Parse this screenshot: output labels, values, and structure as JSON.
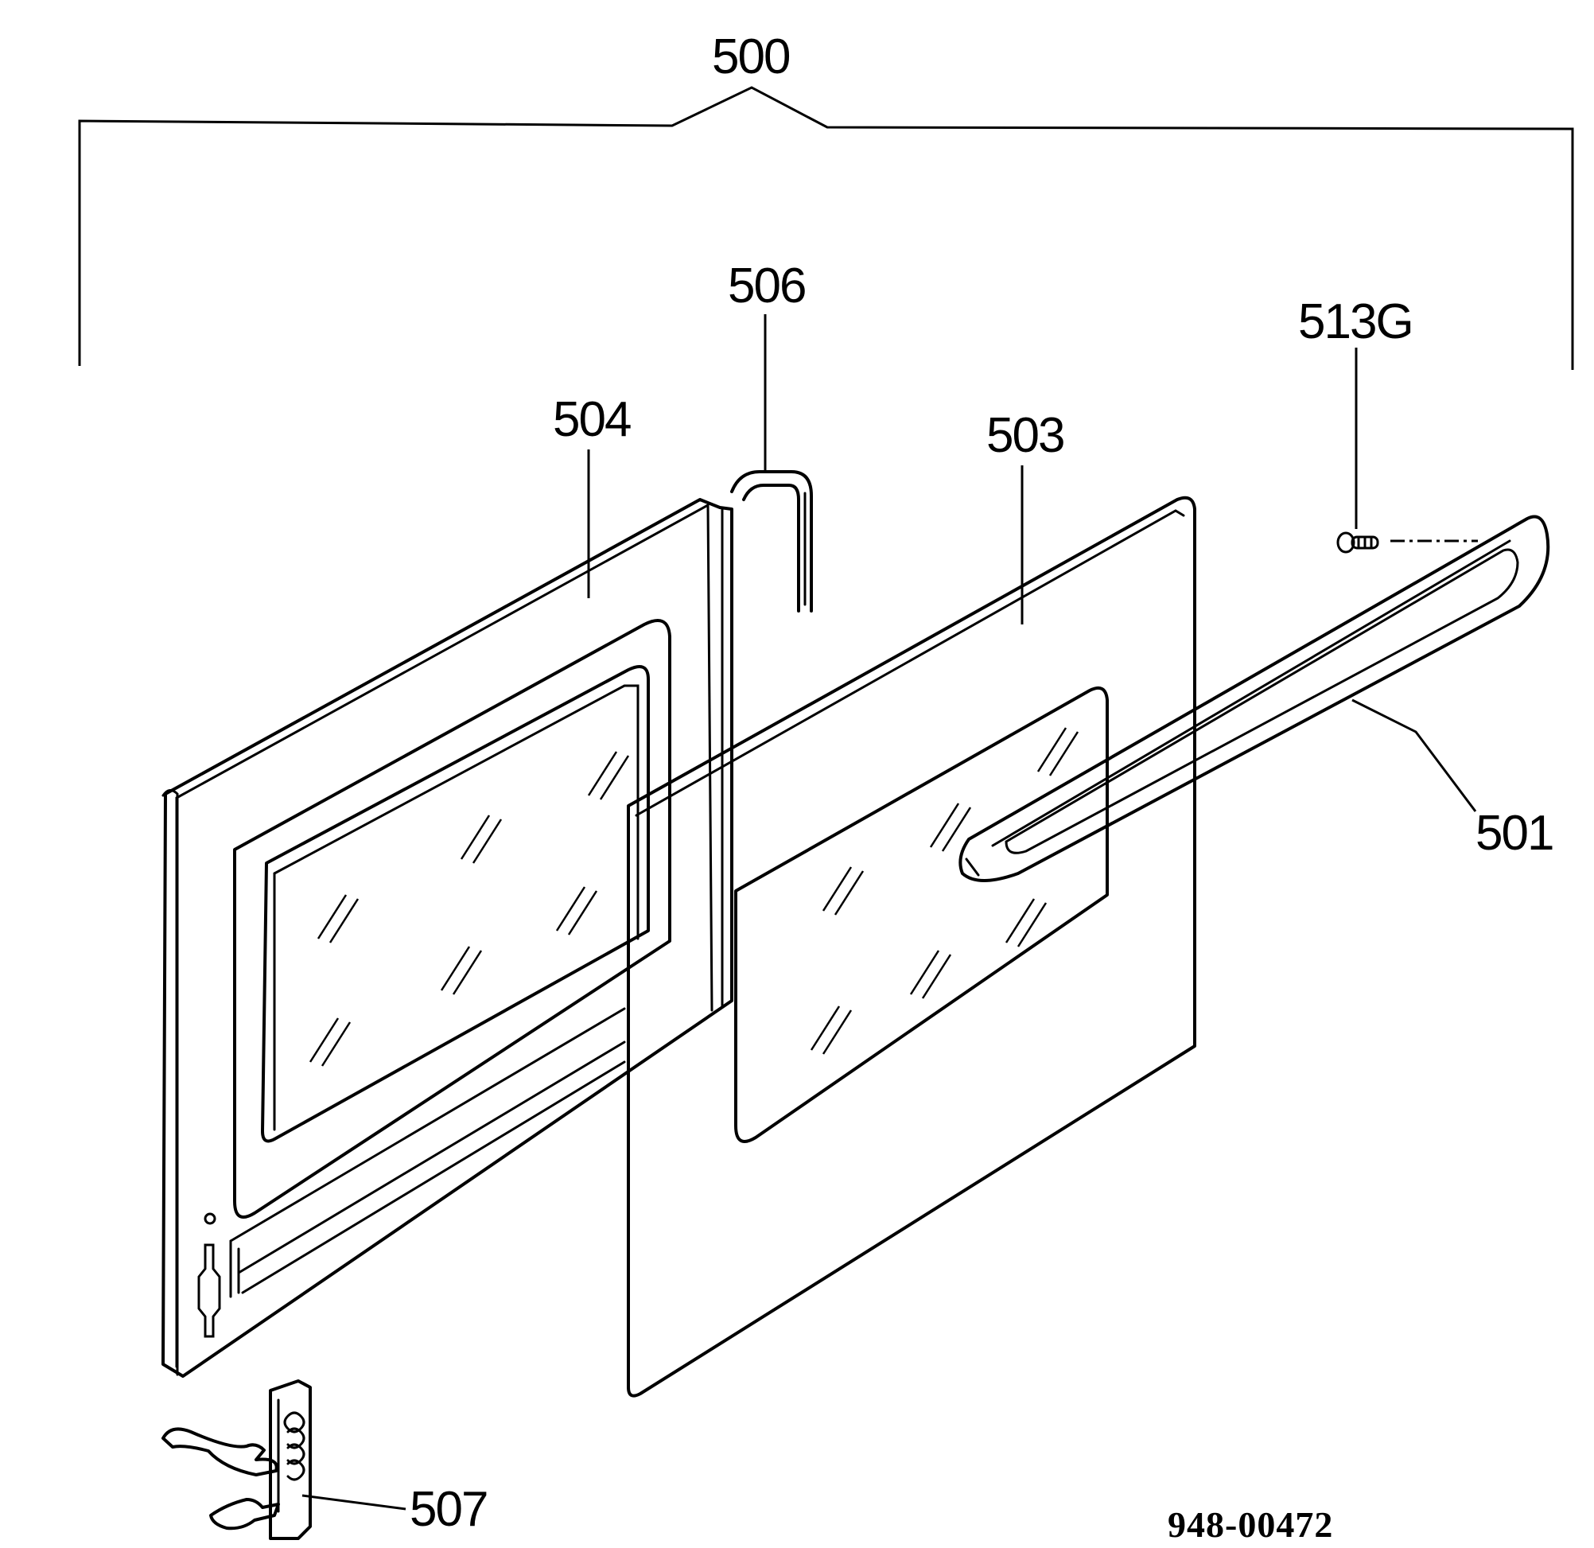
{
  "labels": {
    "assembly": "500",
    "handle": "501",
    "outer_glass_panel": "503",
    "inner_door_panel": "504",
    "seal": "506",
    "hinge": "507",
    "screw": "513G"
  },
  "document_number": "948-00472"
}
